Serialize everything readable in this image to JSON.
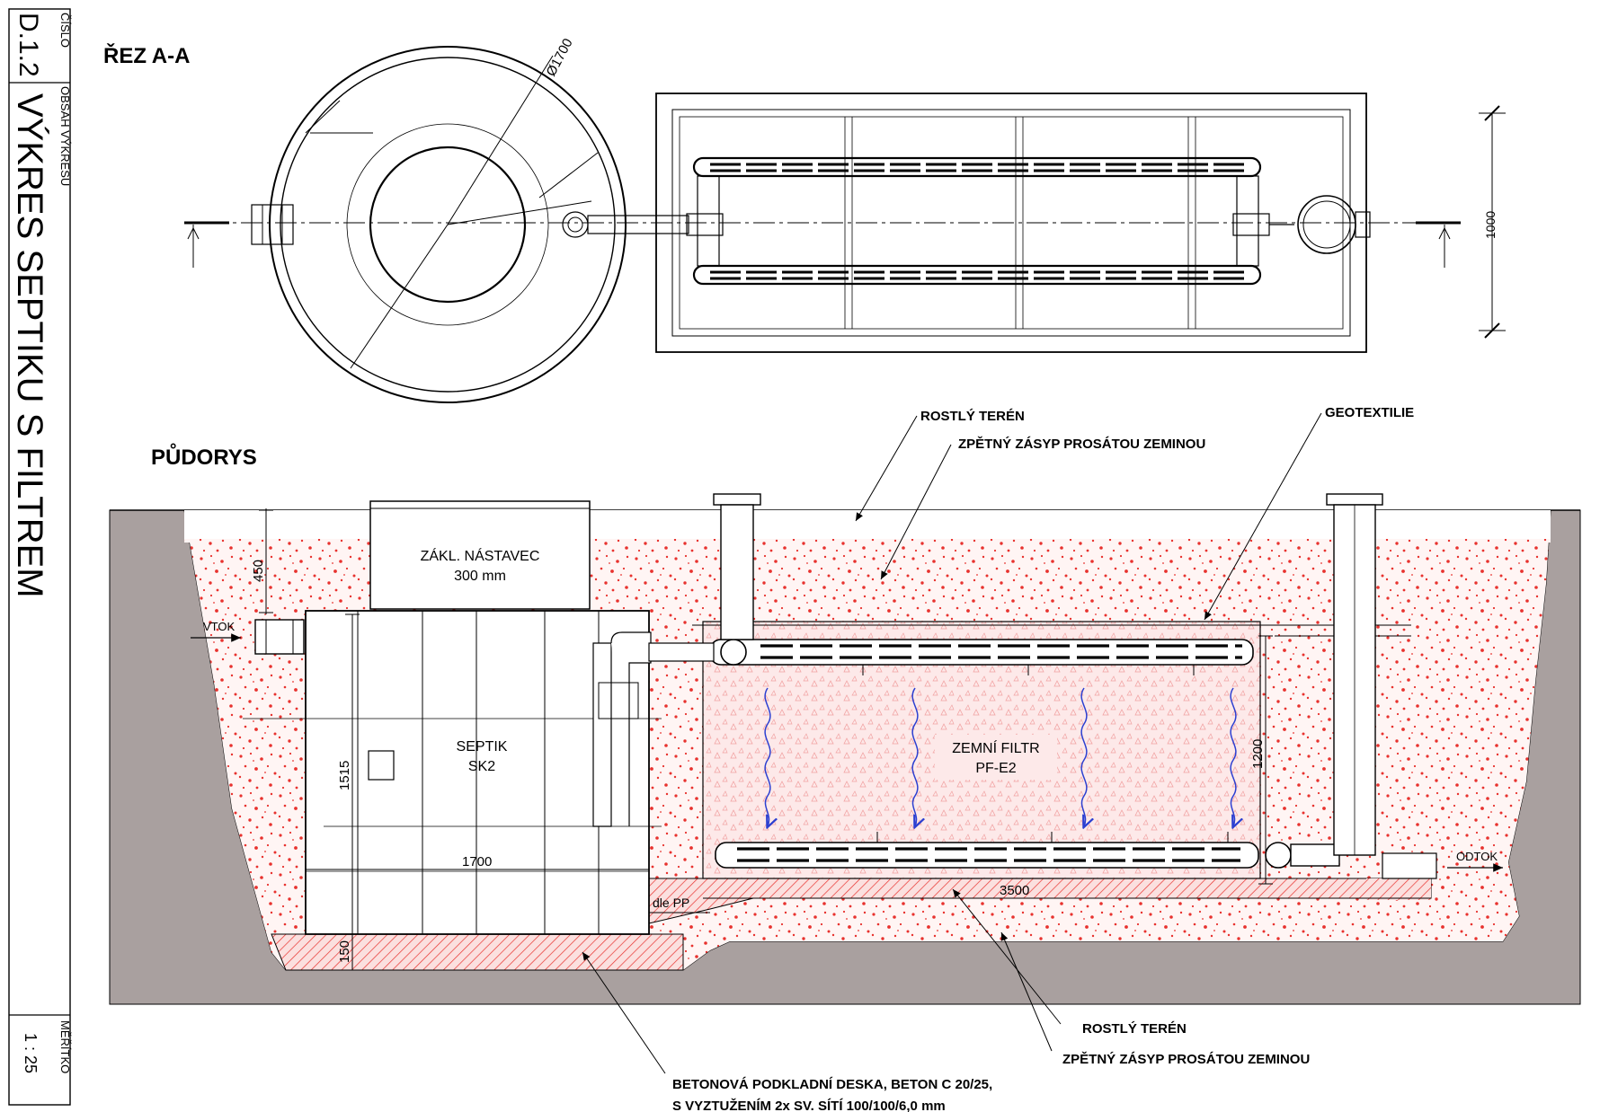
{
  "titleblock": {
    "number_label": "ČÍSLO",
    "number": "D.1.2",
    "content_label": "OBSAH VÝKRESU",
    "content": "VÝKRES SEPTIKU S FILTREM",
    "scale_label": "MĚŘÍTKO",
    "scale": "1 : 25"
  },
  "plan": {
    "title": "ŘEZ A-A",
    "diameter": "Ø1700",
    "width_dim": "1000"
  },
  "section": {
    "title": "PŮDORYS",
    "extension_label": "ZÁKL. NÁSTAVEC",
    "extension_size": "300 mm",
    "septic_label": "SEPTIK",
    "septic_type": "SK2",
    "filter_label": "ZEMNÍ FILTR",
    "filter_type": "PF-E2",
    "inflow": "VTOK",
    "outflow": "ODTOK",
    "dims": {
      "top_height": "450",
      "tank_height": "1515",
      "tank_width": "1700",
      "slab": "150",
      "filter_height": "1200",
      "filter_length": "3500",
      "pp": "dle PP"
    },
    "notes": {
      "top_terrain": "ROSTLÝ TERÉN",
      "top_backfill": "ZPĚTNÝ ZÁSYP PROSÁTOU ZEMINOU",
      "geotextile": "GEOTEXTILIE",
      "bottom_terrain": "ROSTLÝ TERÉN",
      "bottom_backfill": "ZPĚTNÝ ZÁSYP PROSÁTOU ZEMINOU",
      "slab_line1": "BETONOVÁ PODKLADNÍ DESKA, BETON C 20/25,",
      "slab_line2": "S VYZTUŽENÍM 2x SV. SÍTÍ 100/100/6,0 mm"
    }
  },
  "colors": {
    "soil": "#a9a09f",
    "backfill_dot": "#e8322e",
    "filter_fill": "#fbe3e3",
    "slab_hatch": "#e8322e",
    "arrow": "#2b3fd1"
  }
}
